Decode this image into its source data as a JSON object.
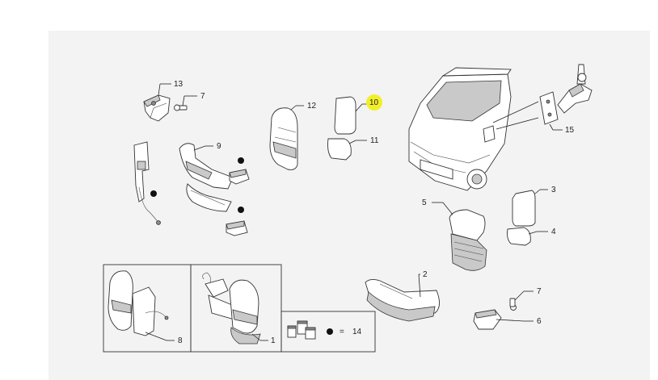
{
  "callouts": {
    "c13": "13",
    "c7a": "7",
    "c12": "12",
    "c10": "10",
    "c11": "11",
    "c9": "9",
    "c15": "15",
    "c3": "3",
    "c4": "4",
    "c5": "5",
    "c2": "2",
    "c7b": "7",
    "c6": "6",
    "c8": "8",
    "c1": "1",
    "c14": "14"
  },
  "legend": {
    "equals": "="
  },
  "colors": {
    "panel": "#f3f3f3",
    "highlight": "#f2ef2a",
    "line": "#333333"
  },
  "icons": {
    "dot": "filled-circle-marker"
  }
}
